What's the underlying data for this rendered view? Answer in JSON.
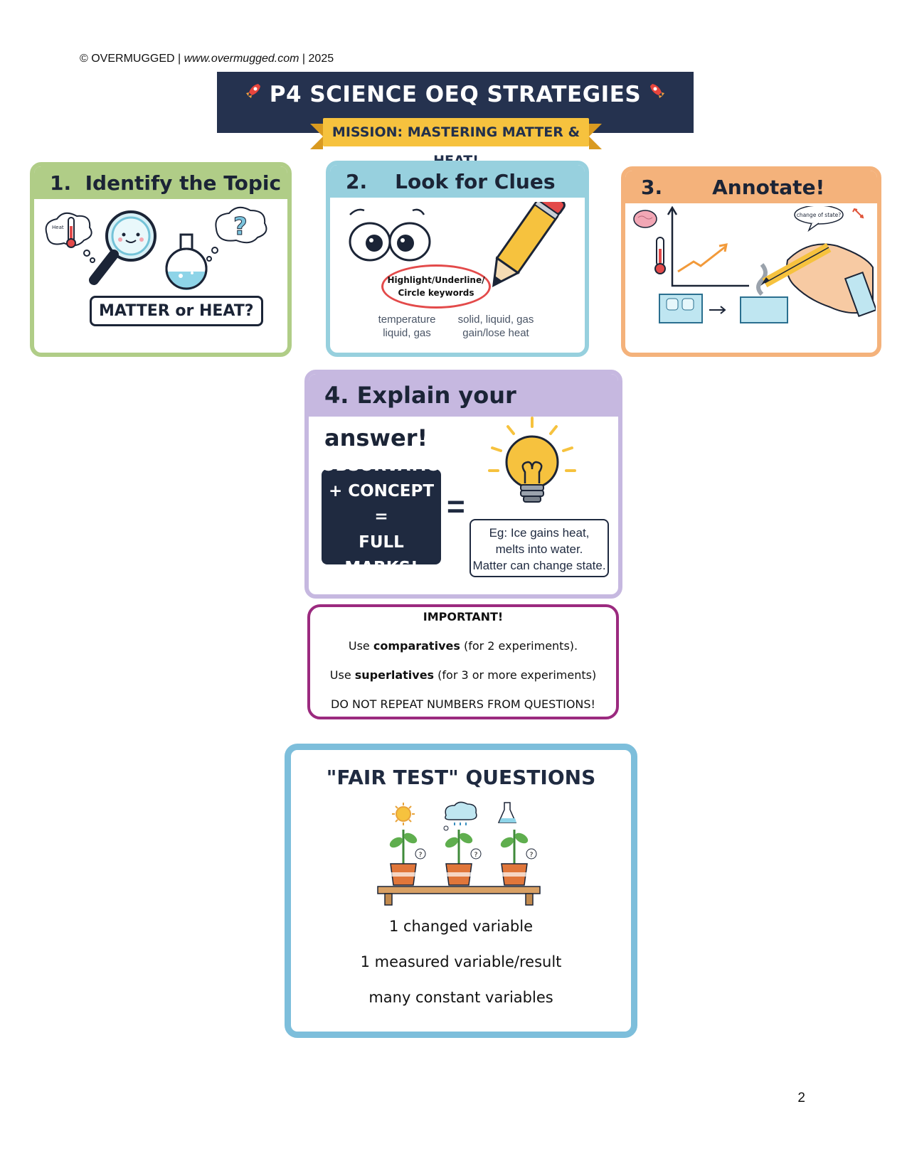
{
  "header": {
    "copyright": "© OVERMUGGED | ",
    "site": "www.overmugged.com",
    "year": " | 2025"
  },
  "banner": {
    "title": "P4 SCIENCE OEQ STRATEGIES",
    "ribbon": "MISSION: MASTERING MATTER & HEAT!"
  },
  "steps": [
    {
      "number": "1.",
      "title": "Identify the Topic",
      "thought_label": "Heat",
      "question_mark": "?",
      "pill": "MATTER or HEAT?"
    },
    {
      "number": "2.",
      "title": "Look for Clues",
      "highlight_line1": "Highlight/Underline/",
      "highlight_line2": "Circle keywords",
      "keywords_left": [
        "temperature",
        "liquid, gas"
      ],
      "keywords_right": [
        "solid, liquid, gas",
        "gain/lose heat"
      ]
    },
    {
      "number": "3.",
      "title": "Annotate!",
      "bubble": "change of state?"
    },
    {
      "number": "4.",
      "title": "Explain your answer!",
      "formula": [
        "OBSORVATION",
        "+ CONCEPT =",
        "FULL MARKS!"
      ],
      "equals": "=",
      "example": [
        "Eg: Ice gains heat,",
        "melts into water.",
        "Matter can change state."
      ]
    }
  ],
  "important": {
    "heading": "IMPORTANT!",
    "line1_pre": "Use ",
    "line1_bold": "comparatives",
    "line1_post": " (for 2 experiments).",
    "line2_pre": "Use ",
    "line2_bold": "superlatives",
    "line2_post": " (for 3 or more experiments)",
    "line3": "DO NOT REPEAT NUMBERS FROM QUESTIONS!"
  },
  "fair_test": {
    "title": "\"FAIR TEST\" QUESTIONS",
    "lines": [
      "1 changed variable",
      "1 measured variable/result",
      "many constant variables"
    ],
    "pot_question": "?"
  },
  "page_number": "2",
  "colors": {
    "navy": "#25324f",
    "green": "#b0cd87",
    "blue": "#97d0de",
    "orange": "#f4b27b",
    "purple": "#c6b8e0",
    "magenta": "#9b2a7f",
    "fair_border": "#7dbedb"
  },
  "icons": [
    "rocket-icon",
    "thermometer-icon",
    "magnifier-icon",
    "flask-icon",
    "eyes-icon",
    "pencil-icon",
    "brain-icon",
    "hand-pencil-icon",
    "lightbulb-icon",
    "sun-icon",
    "cloud-icon",
    "plant-pot-icon"
  ]
}
